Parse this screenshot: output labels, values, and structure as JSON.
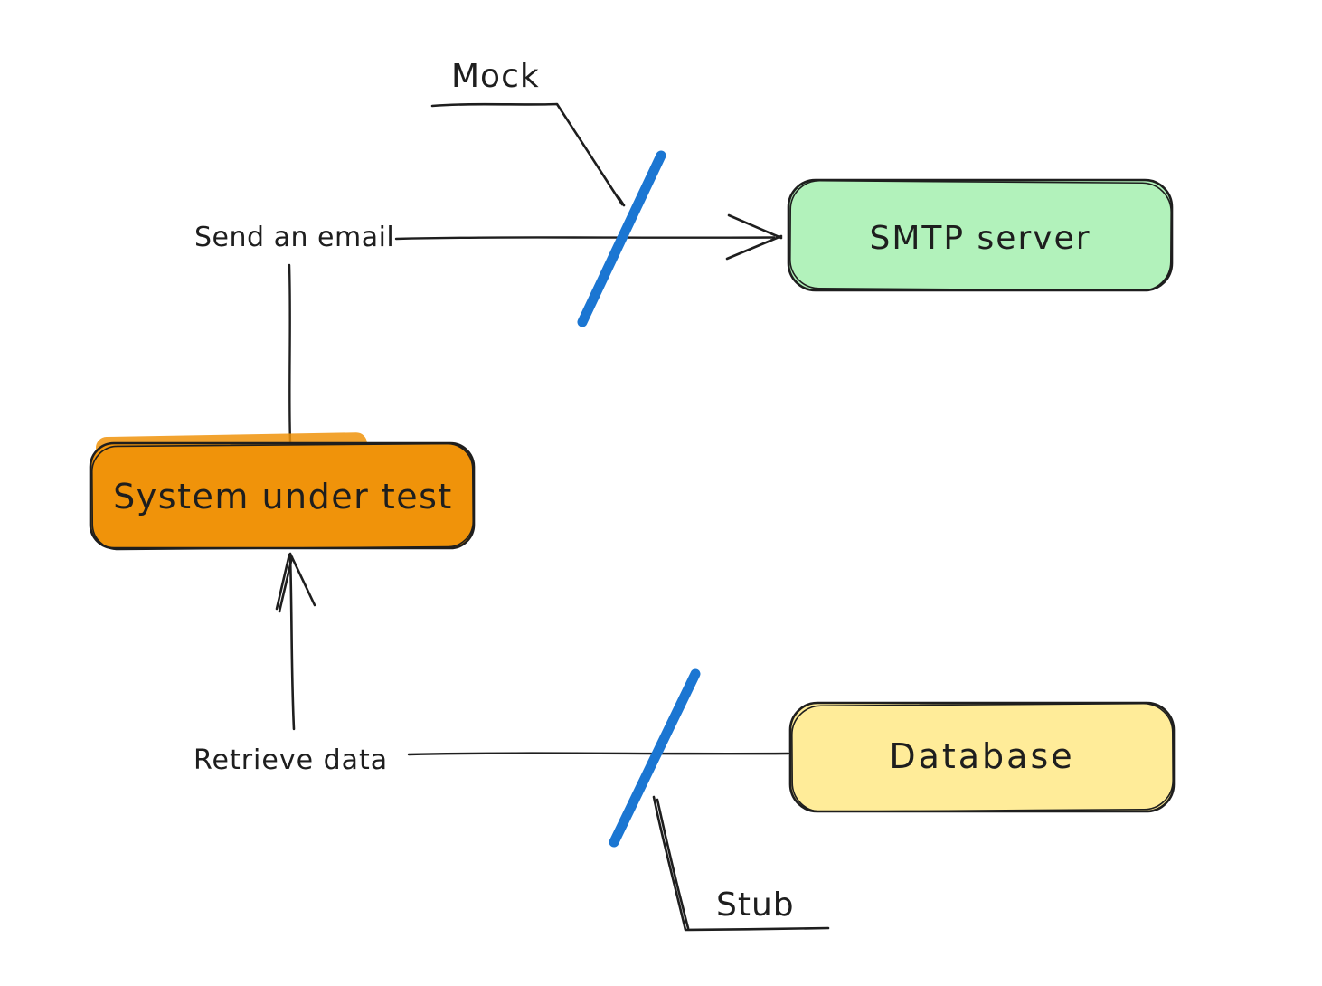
{
  "diagram": {
    "nodes": {
      "system_under_test": {
        "label": "System under test",
        "fill": "#f0930a"
      },
      "smtp_server": {
        "label": "SMTP server",
        "fill": "#b2f2bb"
      },
      "database": {
        "label": "Database",
        "fill": "#ffec99"
      }
    },
    "edges": {
      "send_email": {
        "label": "Send an email"
      },
      "retrieve_data": {
        "label": "Retrieve data"
      }
    },
    "annotations": {
      "mock": {
        "label": "Mock"
      },
      "stub": {
        "label": "Stub"
      }
    },
    "colors": {
      "ink": "#1e1e1e",
      "probe_blue": "#1b76d2",
      "canvas": "#ffffff"
    }
  }
}
